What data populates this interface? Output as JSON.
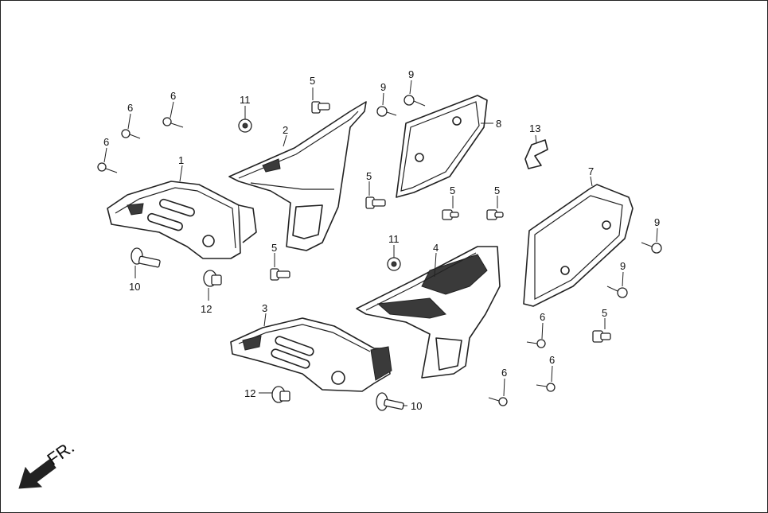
{
  "diagram": {
    "direction_label": "FR.",
    "callouts": [
      {
        "id": "c1",
        "text": "1"
      },
      {
        "id": "c2",
        "text": "2"
      },
      {
        "id": "c3",
        "text": "3"
      },
      {
        "id": "c4",
        "text": "4"
      },
      {
        "id": "c5a",
        "text": "5"
      },
      {
        "id": "c5b",
        "text": "5"
      },
      {
        "id": "c5c",
        "text": "5"
      },
      {
        "id": "c5d",
        "text": "5"
      },
      {
        "id": "c5e",
        "text": "5"
      },
      {
        "id": "c5f",
        "text": "5"
      },
      {
        "id": "c6a",
        "text": "6"
      },
      {
        "id": "c6b",
        "text": "6"
      },
      {
        "id": "c6c",
        "text": "6"
      },
      {
        "id": "c6d",
        "text": "6"
      },
      {
        "id": "c6e",
        "text": "6"
      },
      {
        "id": "c6f",
        "text": "6"
      },
      {
        "id": "c7",
        "text": "7"
      },
      {
        "id": "c8",
        "text": "8"
      },
      {
        "id": "c9a",
        "text": "9"
      },
      {
        "id": "c9b",
        "text": "9"
      },
      {
        "id": "c9c",
        "text": "9"
      },
      {
        "id": "c9d",
        "text": "9"
      },
      {
        "id": "c10a",
        "text": "10"
      },
      {
        "id": "c10b",
        "text": "10"
      },
      {
        "id": "c11a",
        "text": "11"
      },
      {
        "id": "c11b",
        "text": "11"
      },
      {
        "id": "c12a",
        "text": "12"
      },
      {
        "id": "c12b",
        "text": "12"
      },
      {
        "id": "c13",
        "text": "13"
      }
    ]
  }
}
